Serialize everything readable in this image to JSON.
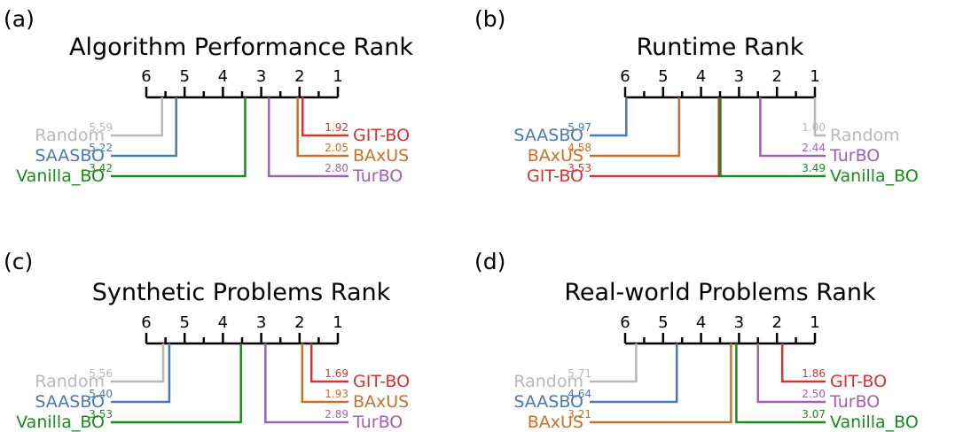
{
  "colors": {
    "Random": "#b8b8b8",
    "SAASBO": "#4a78b0",
    "Vanilla_BO": "#1a8a1a",
    "GIT-BO": "#d03535",
    "BAxUS": "#c8702a",
    "TurBO": "#a060b0"
  },
  "chart_data": [
    {
      "type": "critical-difference",
      "panel": "(a)",
      "title": "Algorithm Performance Rank",
      "ticks": [
        "6",
        "5",
        "4",
        "3",
        "2",
        "1"
      ],
      "xlim": [
        6,
        1
      ],
      "left": [
        {
          "name": "Random",
          "rank": 5.59,
          "label": "5.59"
        },
        {
          "name": "SAASBO",
          "rank": 5.22,
          "label": "5.22"
        },
        {
          "name": "Vanilla_BO",
          "rank": 3.42,
          "label": "3.42"
        }
      ],
      "right": [
        {
          "name": "GIT-BO",
          "rank": 1.92,
          "label": "1.92"
        },
        {
          "name": "BAxUS",
          "rank": 2.05,
          "label": "2.05"
        },
        {
          "name": "TurBO",
          "rank": 2.8,
          "label": "2.80"
        }
      ]
    },
    {
      "type": "critical-difference",
      "panel": "(b)",
      "title": "Runtime Rank",
      "ticks": [
        "6",
        "5",
        "4",
        "3",
        "2",
        "1"
      ],
      "xlim": [
        6,
        1
      ],
      "left": [
        {
          "name": "SAASBO",
          "rank": 5.97,
          "label": "5.97"
        },
        {
          "name": "BAxUS",
          "rank": 4.58,
          "label": "4.58"
        },
        {
          "name": "GIT-BO",
          "rank": 3.53,
          "label": "3.53"
        }
      ],
      "right": [
        {
          "name": "Random",
          "rank": 1.0,
          "label": "1.00"
        },
        {
          "name": "TurBO",
          "rank": 2.44,
          "label": "2.44"
        },
        {
          "name": "Vanilla_BO",
          "rank": 3.49,
          "label": "3.49"
        }
      ]
    },
    {
      "type": "critical-difference",
      "panel": "(c)",
      "title": "Synthetic Problems Rank",
      "ticks": [
        "6",
        "5",
        "4",
        "3",
        "2",
        "1"
      ],
      "xlim": [
        6,
        1
      ],
      "left": [
        {
          "name": "Random",
          "rank": 5.56,
          "label": "5.56"
        },
        {
          "name": "SAASBO",
          "rank": 5.4,
          "label": "5.40"
        },
        {
          "name": "Vanilla_BO",
          "rank": 3.53,
          "label": "3.53"
        }
      ],
      "right": [
        {
          "name": "GIT-BO",
          "rank": 1.69,
          "label": "1.69"
        },
        {
          "name": "BAxUS",
          "rank": 1.93,
          "label": "1.93"
        },
        {
          "name": "TurBO",
          "rank": 2.89,
          "label": "2.89"
        }
      ]
    },
    {
      "type": "critical-difference",
      "panel": "(d)",
      "title": "Real-world Problems Rank",
      "ticks": [
        "6",
        "5",
        "4",
        "3",
        "2",
        "1"
      ],
      "xlim": [
        6,
        1
      ],
      "left": [
        {
          "name": "Random",
          "rank": 5.71,
          "label": "5.71"
        },
        {
          "name": "SAASBO",
          "rank": 4.64,
          "label": "4.64"
        },
        {
          "name": "BAxUS",
          "rank": 3.21,
          "label": "3.21"
        }
      ],
      "right": [
        {
          "name": "GIT-BO",
          "rank": 1.86,
          "label": "1.86"
        },
        {
          "name": "TurBO",
          "rank": 2.5,
          "label": "2.50"
        },
        {
          "name": "Vanilla_BO",
          "rank": 3.07,
          "label": "3.07"
        }
      ]
    }
  ]
}
